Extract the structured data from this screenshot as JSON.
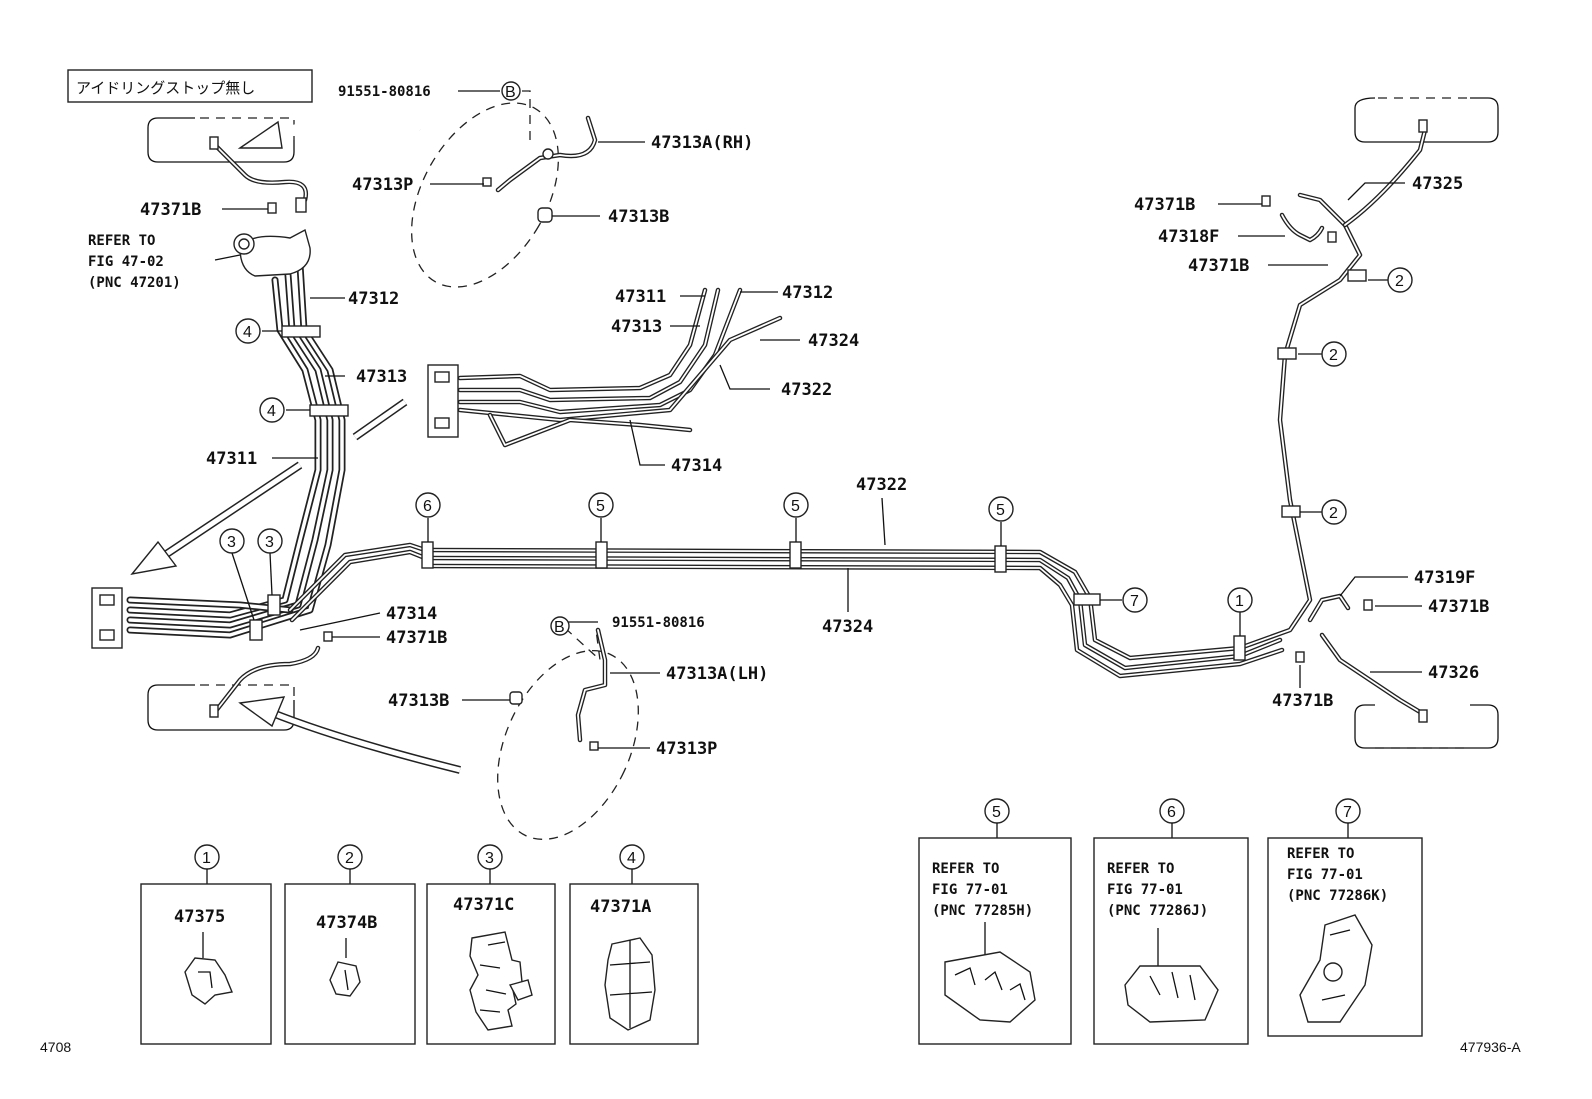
{
  "header": {
    "condition_note": "アイドリングストップ無し",
    "bolt_top": "91551-80816",
    "bolt_bottom": "91551-80816",
    "b_marker": "B"
  },
  "refer_main": [
    "REFER TO",
    "FIG 47-02",
    "(PNC 47201)"
  ],
  "labels": {
    "p47313A_RH": "47313A(RH)",
    "p47313P_top": "47313P",
    "p47313B_top": "47313B",
    "p47371B_a": "47371B",
    "p47312_a": "47312",
    "p47313_a": "47313",
    "p47311_a": "47311",
    "p47314_a": "47314",
    "p47371B_b": "47371B",
    "p47313A_LH": "47313A(LH)",
    "p47313B_bot": "47313B",
    "p47313P_bot": "47313P",
    "p47311_b": "47311",
    "p47312_b": "47312",
    "p47313_b": "47313",
    "p47324_a": "47324",
    "p47322_a": "47322",
    "p47314_b": "47314",
    "p47322_b": "47322",
    "p47324_b": "47324",
    "p47371B_c": "47371B",
    "p47318F": "47318F",
    "p47371B_d": "47371B",
    "p47325": "47325",
    "p47319F": "47319F",
    "p47371B_e": "47371B",
    "p47326": "47326",
    "p47371B_f": "47371B"
  },
  "callouts": {
    "c1": "1",
    "c2": "2",
    "c3": "3",
    "c4": "4",
    "c5": "5",
    "c6": "6",
    "c7": "7"
  },
  "detail_boxes": [
    {
      "num": "1",
      "part": "47375"
    },
    {
      "num": "2",
      "part": "47374B"
    },
    {
      "num": "3",
      "part": "47371C"
    },
    {
      "num": "4",
      "part": "47371A"
    }
  ],
  "refer_boxes": [
    {
      "num": "5",
      "lines": [
        "REFER TO",
        "FIG 77-01",
        "(PNC 77285H)"
      ]
    },
    {
      "num": "6",
      "lines": [
        "REFER TO",
        "FIG 77-01",
        "(PNC 77286J)"
      ]
    },
    {
      "num": "7",
      "lines": [
        "REFER TO",
        "FIG 77-01",
        "(PNC 77286K)"
      ]
    }
  ],
  "footer": {
    "page_code": "4708",
    "figure_id": "477936-A"
  }
}
